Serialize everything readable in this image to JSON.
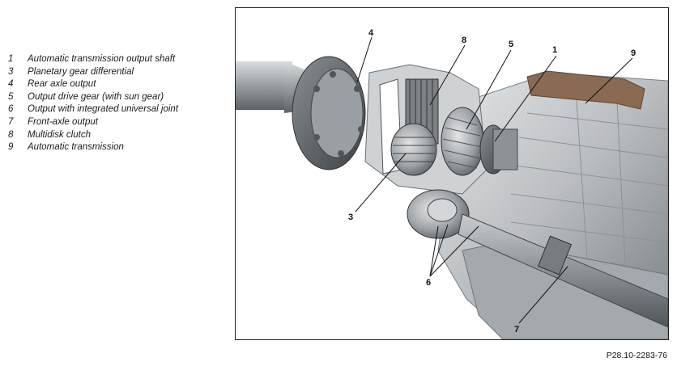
{
  "legend": [
    {
      "number": "1",
      "text": "Automatic transmission output shaft"
    },
    {
      "number": "3",
      "text": "Planetary gear differential"
    },
    {
      "number": "4",
      "text": "Rear axle output"
    },
    {
      "number": "5",
      "text": "Output drive gear (with sun gear)"
    },
    {
      "number": "6",
      "text": "Output with integrated universal joint"
    },
    {
      "number": "7",
      "text": "Front-axle output"
    },
    {
      "number": "8",
      "text": "Multidisk clutch"
    },
    {
      "number": "9",
      "text": "Automatic transmission"
    }
  ],
  "callouts": {
    "c1": "1",
    "c3": "3",
    "c4": "4",
    "c5": "5",
    "c6": "6",
    "c7": "7",
    "c8": "8",
    "c9": "9"
  },
  "figure_code": "P28.10-2283-76"
}
